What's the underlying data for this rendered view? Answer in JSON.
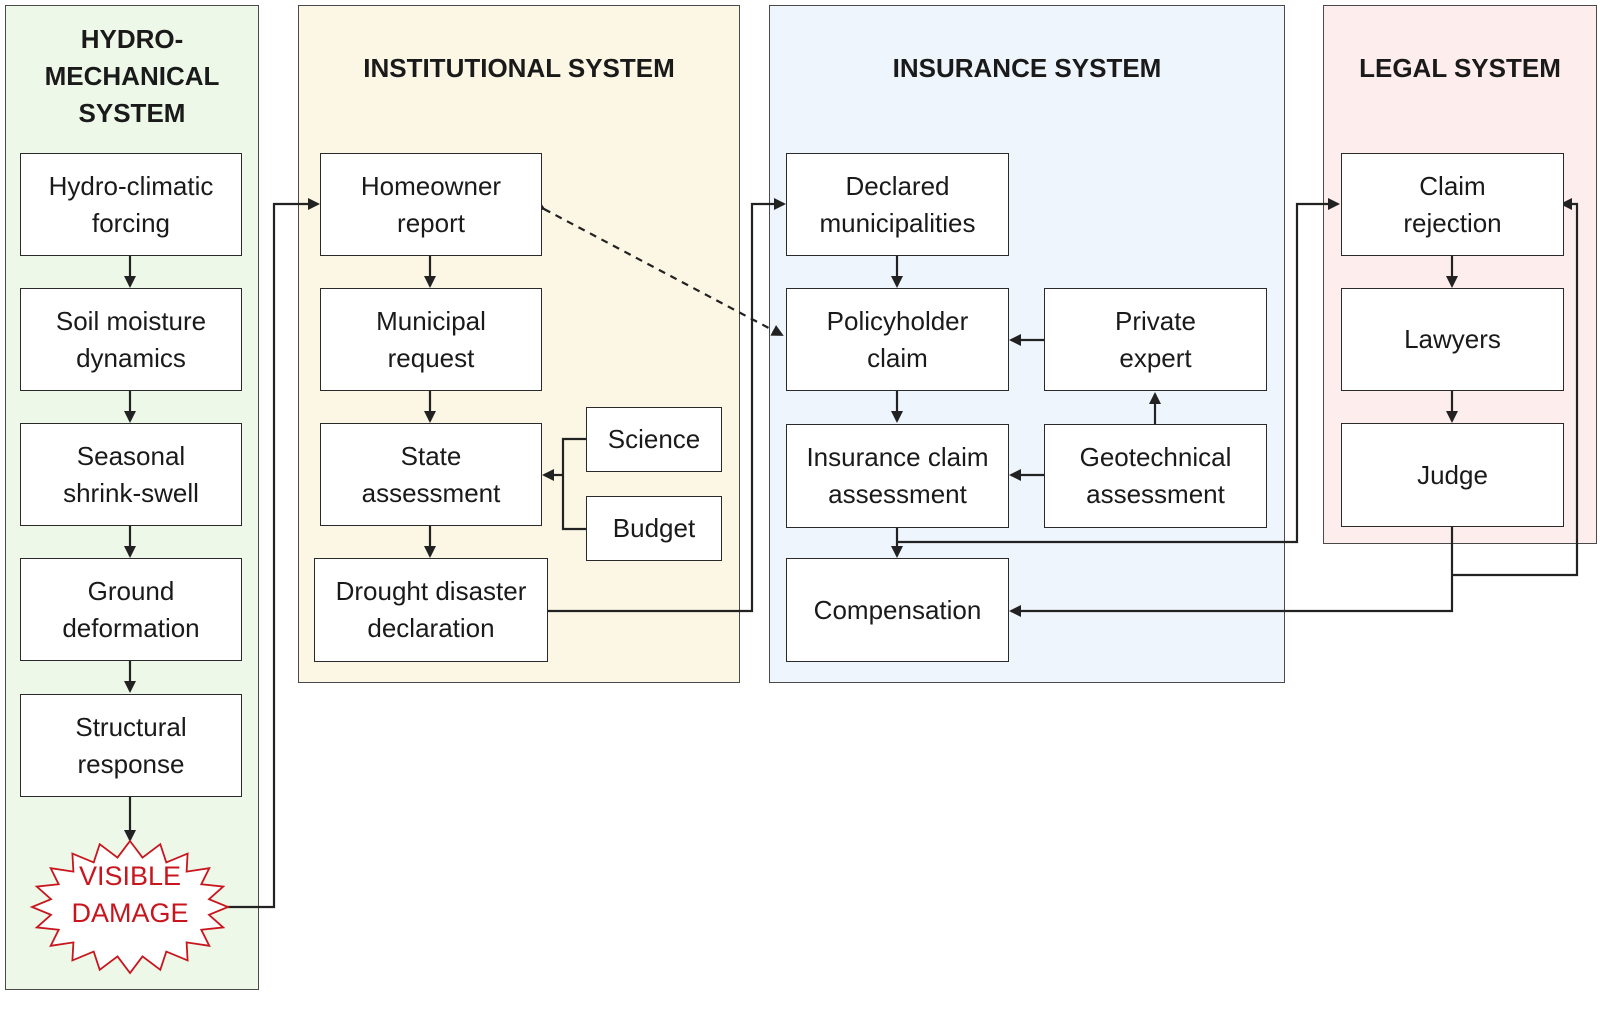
{
  "panels": {
    "hydro": {
      "title": "HYDRO-\nMECHANICAL\nSYSTEM",
      "color": "#eef8e8"
    },
    "institutional": {
      "title": "INSTITUTIONAL SYSTEM",
      "color": "#fbf7e4"
    },
    "insurance": {
      "title": "INSURANCE SYSTEM",
      "color": "#eef5fc"
    },
    "legal": {
      "title": "LEGAL SYSTEM",
      "color": "#fdeeed"
    }
  },
  "hydro_nodes": {
    "forcing": "Hydro-climatic\nforcing",
    "soil": "Soil moisture\ndynamics",
    "shrink": "Seasonal\nshrink-swell",
    "ground": "Ground\ndeformation",
    "structural": "Structural\nresponse",
    "damage": "VISIBLE\nDAMAGE"
  },
  "institutional_nodes": {
    "homeowner": "Homeowner\nreport",
    "municipal": "Municipal\nrequest",
    "state": "State\nassessment",
    "science": "Science",
    "budget": "Budget",
    "declaration": "Drought disaster\ndeclaration"
  },
  "insurance_nodes": {
    "declared": "Declared\nmunicipalities",
    "policyholder": "Policyholder\nclaim",
    "private_expert": "Private\nexpert",
    "claim_assessment": "Insurance claim\nassessment",
    "geotechnical": "Geotechnical\nassessment",
    "compensation": "Compensation"
  },
  "legal_nodes": {
    "rejection": "Claim\nrejection",
    "lawyers": "Lawyers",
    "judge": "Judge"
  },
  "colors": {
    "damage_text": "#c8161e",
    "line": "#222222"
  }
}
